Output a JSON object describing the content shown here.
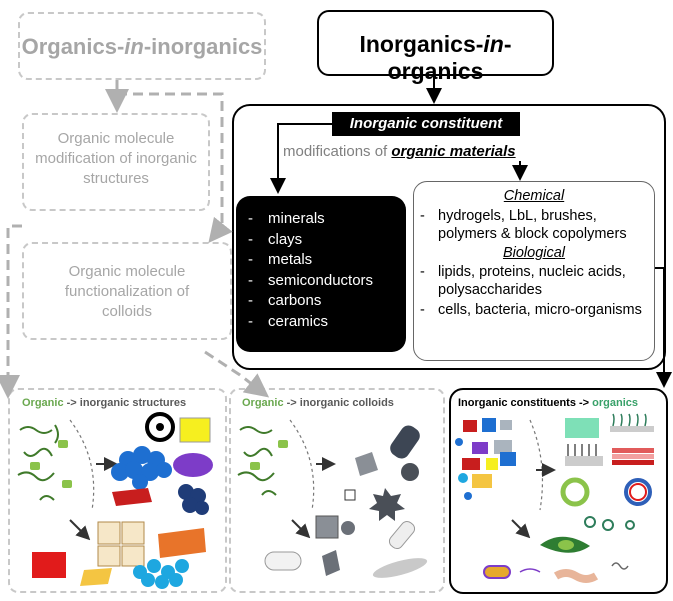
{
  "left": {
    "title_pre": "Organics-",
    "title_in": "in",
    "title_post": "-inorganics",
    "box1": "Organic molecule modification of inorganic structures",
    "box2": "Organic molecule functionalization of colloids"
  },
  "right": {
    "title_pre": "Inorganics-",
    "title_in": "in",
    "title_post": "-organics",
    "constituent_label": "Inorganic constituent",
    "modifications_pre": "modifications of ",
    "modifications_em": "organic materials",
    "inorganic_items": [
      "minerals",
      "clays",
      "metals",
      "semiconductors",
      "carbons",
      "ceramics"
    ],
    "chemical_heading": "Chemical",
    "chemical_items": [
      "hydrogels, LbL, brushes, polymers & block copolymers"
    ],
    "biological_heading": "Biological",
    "biological_items": [
      "lipids, proteins, nucleic acids, polysaccharides",
      "cells, bacteria, micro-organisms"
    ]
  },
  "panels": {
    "p1_pre": "Organic",
    "p1_post": " -> inorganic structures",
    "p2_pre": "Organic",
    "p2_post": " -> inorganic colloids",
    "p3_pre": "Inorganic constituents -> ",
    "p3_post": "organics"
  },
  "colors": {
    "organic_green": "#6aa84f",
    "grey": "#a6a6a6",
    "black": "#000000"
  }
}
